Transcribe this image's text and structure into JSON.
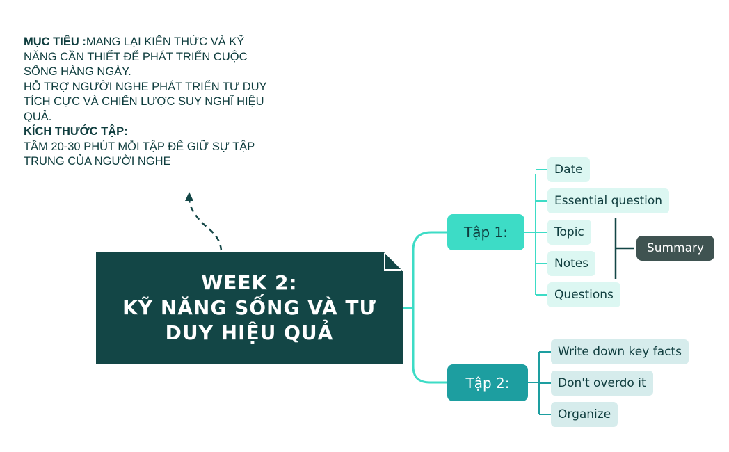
{
  "notes": {
    "muc_tieu_label": "MỤC TIÊU :",
    "muc_tieu_line1": "MANG LẠI KIẾN THỨC VÀ KỸ",
    "muc_tieu_line2": "NĂNG CẦN THIẾT ĐỂ PHÁT TRIỂN CUỘC",
    "muc_tieu_line3": "SỐNG HÀNG NGÀY.",
    "ho_tro_line1": "HỖ TRỢ NGƯỜI NGHE PHÁT TRIỂN TƯ DUY",
    "ho_tro_line2": "TÍCH CỰC VÀ CHIẾN LƯỢC SUY NGHĨ HIỆU",
    "ho_tro_line3": "QUẢ.",
    "kich_thuoc_label": "KÍCH THƯỚC TẬP:",
    "kich_thuoc_line1": "TẦM 20-30 PHÚT MỖI TẬP ĐỂ GIỮ SỰ TẬP",
    "kich_thuoc_line2": "TRUNG CỦA NGƯỜI NGHE"
  },
  "central": {
    "line1": "WEEK 2:",
    "line2": "KỸ NĂNG SỐNG VÀ TƯ",
    "line3": "DUY HIỆU QUẢ"
  },
  "branches": [
    {
      "label": "Tập 1:",
      "items": [
        "Date",
        "Essential question",
        "Topic",
        "Notes",
        "Questions"
      ]
    },
    {
      "label": "Tập 2:",
      "items": [
        "Write down key facts",
        "Don't  overdo it",
        "Organize"
      ]
    }
  ],
  "summary": {
    "label": "Summary"
  },
  "colors": {
    "dark_teal": "#134646",
    "branch1": "#3ddcc6",
    "branch2": "#1d9ea0",
    "leaf1_bg": "#dcf7f2",
    "leaf2_bg": "#d6ecec",
    "summary_bg": "#3f5351"
  }
}
